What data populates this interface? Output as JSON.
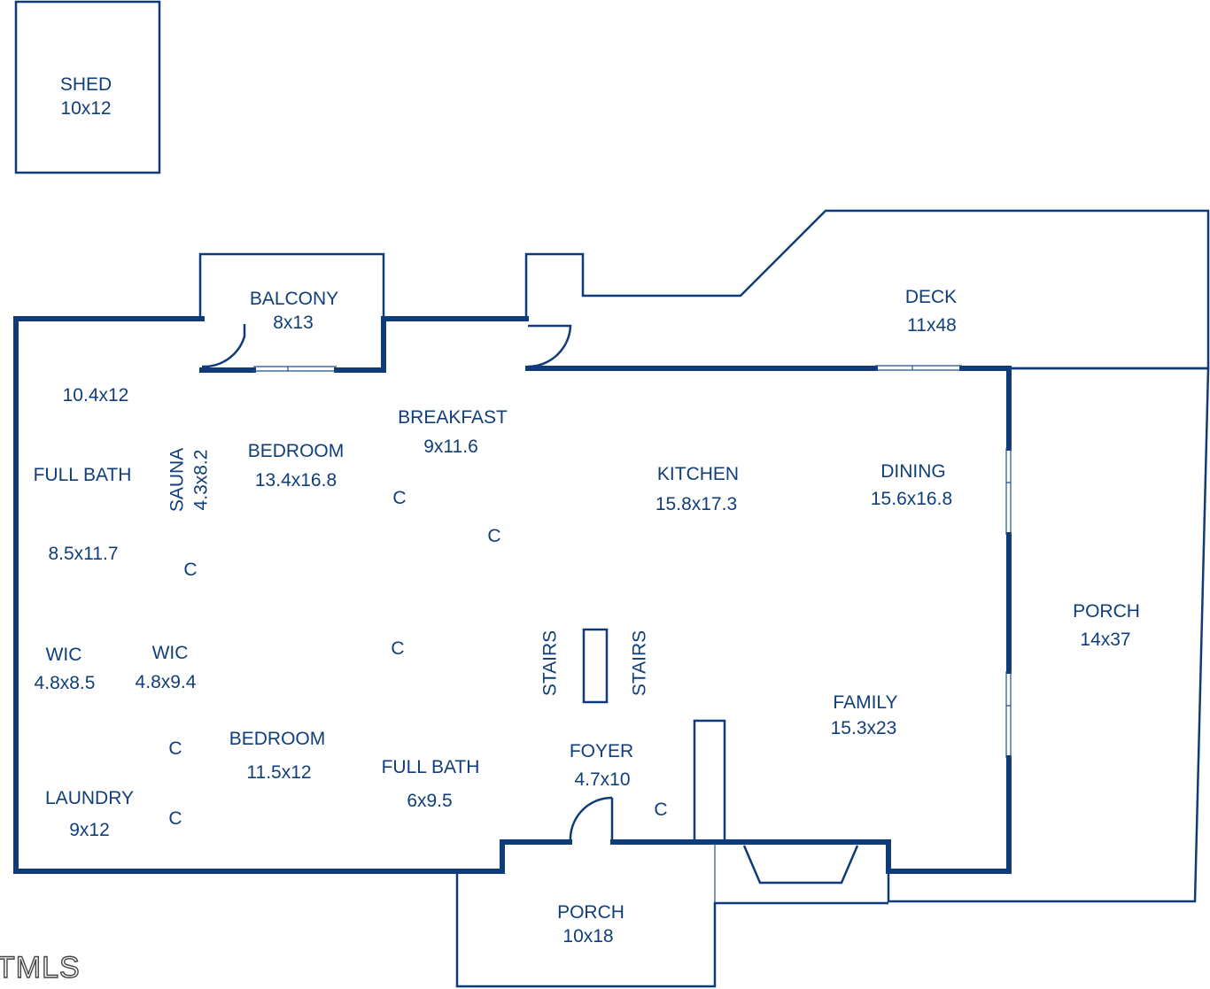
{
  "rooms": {
    "shed": {
      "name": "SHED",
      "dim": "10x12"
    },
    "balcony": {
      "name": "BALCONY",
      "dim": "8x13"
    },
    "deck": {
      "name": "DECK",
      "dim": "11x48"
    },
    "unnamed_room": {
      "dim": "10.4x12"
    },
    "breakfast": {
      "name": "BREAKFAST",
      "dim": "9x11.6"
    },
    "full_bath_1": {
      "name": "FULL BATH",
      "dim": "8.5x11.7"
    },
    "sauna": {
      "name": "SAUNA",
      "dim": "4.3x8.2"
    },
    "bedroom_1": {
      "name": "BEDROOM",
      "dim": "13.4x16.8"
    },
    "kitchen": {
      "name": "KITCHEN",
      "dim": "15.8x17.3"
    },
    "dining": {
      "name": "DINING",
      "dim": "15.6x16.8"
    },
    "porch_side": {
      "name": "PORCH",
      "dim": "14x37"
    },
    "wic_1": {
      "name": "WIC",
      "dim": "4.8x8.5"
    },
    "wic_2": {
      "name": "WIC",
      "dim": "4.8x9.4"
    },
    "family": {
      "name": "FAMILY",
      "dim": "15.3x23"
    },
    "bedroom_2": {
      "name": "BEDROOM",
      "dim": "11.5x12"
    },
    "full_bath_2": {
      "name": "FULL BATH",
      "dim": "6x9.5"
    },
    "foyer": {
      "name": "FOYER",
      "dim": "4.7x10"
    },
    "laundry": {
      "name": "LAUNDRY",
      "dim": "9x12"
    },
    "porch_front": {
      "name": "PORCH",
      "dim": "10x18"
    }
  },
  "stairs_label": "STAIRS",
  "closet_label": "C",
  "watermark": "TMLS",
  "colors": {
    "wall": "#0f3c78",
    "text": "#103e7a",
    "background": "#ffffff"
  }
}
